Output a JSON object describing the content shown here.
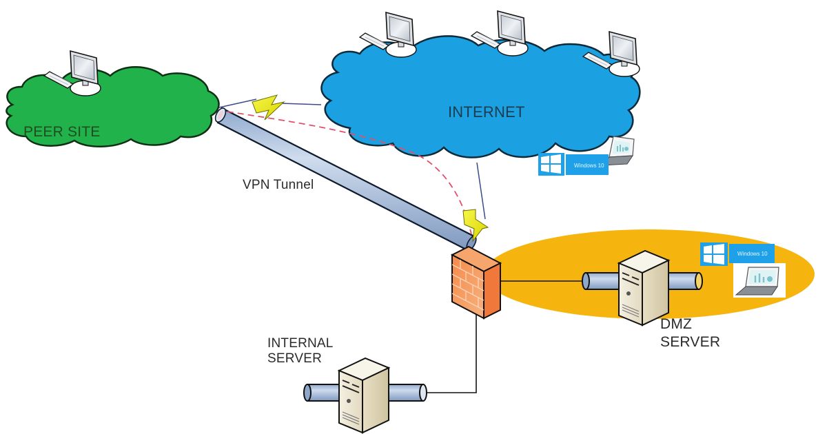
{
  "diagram": {
    "title": "VPN network topology",
    "labels": {
      "peer_site": "PEER SITE",
      "internet": "INTERNET",
      "vpn_tunnel": "VPN Tunnel",
      "dmz_server": "DMZ\nSERVER",
      "internal_server": "INTERNAL\nSERVER"
    },
    "badges": {
      "internet_windows": "Windows 10",
      "dmz_windows": "Windows 10"
    },
    "nodes": [
      {
        "id": "peer-site",
        "type": "cloud",
        "label": "PEER SITE",
        "color": "#22b24c",
        "workstations": 1
      },
      {
        "id": "internet",
        "type": "cloud",
        "label": "INTERNET",
        "color": "#1ba1e2",
        "workstations": 3
      },
      {
        "id": "firewall",
        "type": "firewall",
        "color": "#f0783a"
      },
      {
        "id": "dmz",
        "type": "zone",
        "label": "DMZ SERVER",
        "color": "#f6b40e"
      },
      {
        "id": "dmz-server",
        "type": "server"
      },
      {
        "id": "internal-server",
        "type": "server",
        "label": "INTERNAL SERVER"
      }
    ],
    "edges": [
      {
        "from": "peer-site",
        "to": "firewall",
        "type": "vpn-tunnel",
        "label": "VPN Tunnel"
      },
      {
        "from": "peer-site",
        "to": "internet",
        "type": "wireless-link"
      },
      {
        "from": "internet",
        "to": "firewall",
        "type": "wireless-link"
      },
      {
        "from": "peer-site",
        "to": "firewall",
        "type": "dashed-path",
        "color": "#e0506a"
      },
      {
        "from": "firewall",
        "to": "dmz-server",
        "type": "line"
      },
      {
        "from": "firewall",
        "to": "internal-server",
        "type": "line"
      }
    ],
    "colors": {
      "peer_cloud": "#22b24c",
      "internet_cloud": "#1ba1e2",
      "dmz_zone": "#f6b40e",
      "firewall": "#f0783a",
      "tunnel": "#a8bfdc",
      "lightning": "#f2f21a",
      "dashed_path": "#e0506a",
      "windows_badge": "#1ea1e8"
    }
  }
}
